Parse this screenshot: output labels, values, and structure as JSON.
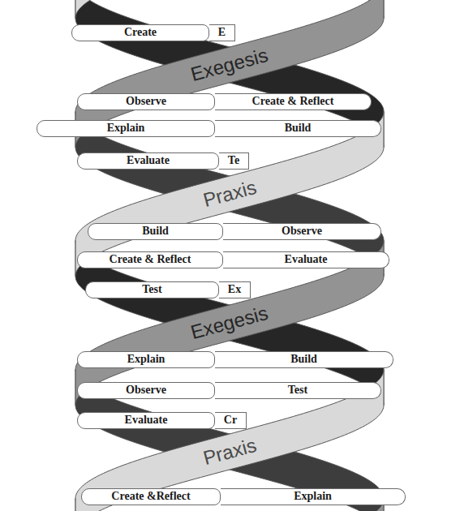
{
  "diagram": {
    "nodes": [
      {
        "text": [
          "Create"
        ]
      },
      {
        "text": [
          "E"
        ]
      },
      {
        "text": [
          "Observe"
        ]
      },
      {
        "text": [
          "Create & Reflect"
        ]
      },
      {
        "text": [
          "Explain"
        ]
      },
      {
        "text": [
          "Build"
        ]
      },
      {
        "text": [
          "Evaluate"
        ]
      },
      {
        "text": [
          "Te"
        ]
      },
      {
        "text": [
          "Build"
        ]
      },
      {
        "text": [
          "Observe"
        ]
      },
      {
        "text": [
          "Create & Reflect"
        ]
      },
      {
        "text": [
          "Evaluate"
        ]
      },
      {
        "text": [
          "Test"
        ]
      },
      {
        "text": [
          "Ex"
        ]
      },
      {
        "text": [
          "Explain"
        ]
      },
      {
        "text": [
          "Build"
        ]
      },
      {
        "text": [
          "Observe"
        ]
      },
      {
        "text": [
          "Test"
        ]
      },
      {
        "text": [
          "Evaluate"
        ]
      },
      {
        "text": [
          "Cr"
        ]
      },
      {
        "text": [
          "Create &Reflect"
        ]
      },
      {
        "text": [
          "Explain"
        ]
      }
    ],
    "labels": [
      "Exegesis",
      "Praxis",
      "Exegesis",
      "Praxis"
    ]
  }
}
